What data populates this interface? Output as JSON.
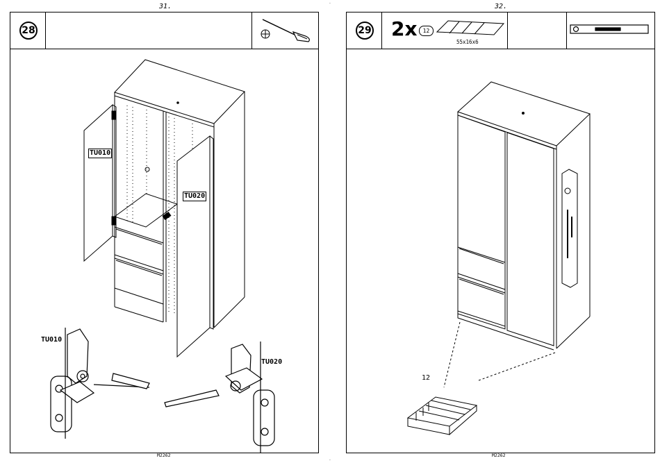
{
  "left_page": {
    "page_number": "31.",
    "step": "28",
    "labels": {
      "left_door_ref": "TU010",
      "right_door_ref": "TU020",
      "left_hinge_ref": "TU010",
      "right_hinge_ref": "TU020"
    },
    "tool_icon": "screwdriver-phillips-icon",
    "footer_code": "M2262"
  },
  "right_page": {
    "page_number": "32.",
    "step": "29",
    "quantity_multiplier": "2x",
    "part_number": "12",
    "part_dimensions": "55x16x6",
    "callout_part_number": "12",
    "tool_icon": "spirit-level-icon",
    "footer_code": "M2262"
  }
}
